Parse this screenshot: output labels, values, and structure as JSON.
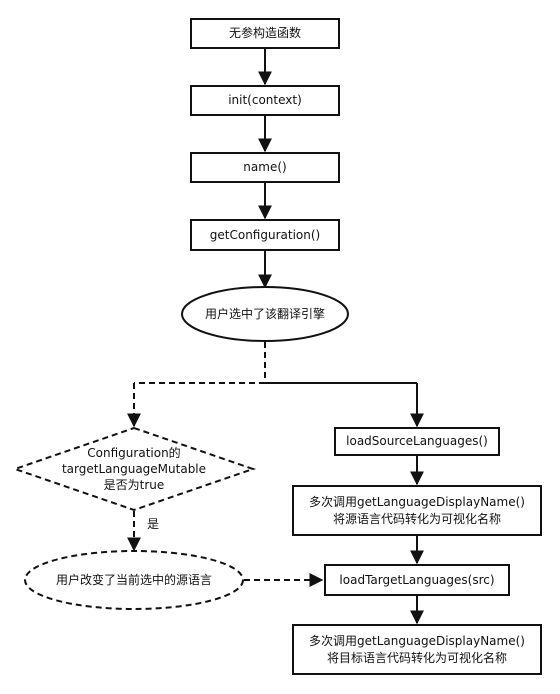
{
  "nodes": {
    "constructor": "无参构造函数",
    "init": "init(context)",
    "name": "name()",
    "get_configuration": "getConfiguration()",
    "user_selects": "用户选中了该翻译引擎",
    "decision_line1": "Configuration的",
    "decision_line2": "targetLanguageMutable",
    "decision_line3": "是否为true",
    "load_source": "loadSourceLanguages()",
    "display_source_line1": "多次调用getLanguageDisplayName()",
    "display_source_line2": "将源语言代码转化为可视化名称",
    "user_changes_source": "用户改变了当前选中的源语言",
    "load_target": "loadTargetLanguages(src)",
    "display_target_line1": "多次调用getLanguageDisplayName()",
    "display_target_line2": "将目标语言代码转化为可视化名称"
  },
  "edge_labels": {
    "yes": "是"
  }
}
